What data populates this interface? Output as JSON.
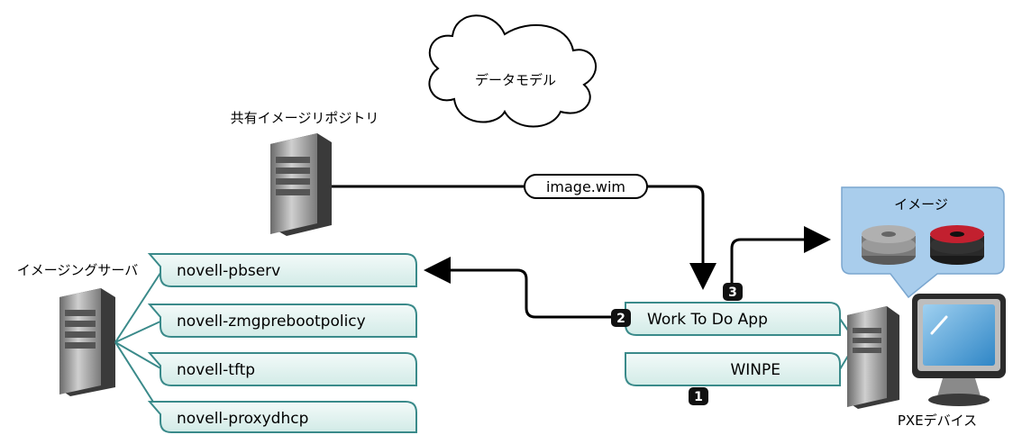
{
  "cloud": {
    "label": "データモデル"
  },
  "shared_repo": {
    "label": "共有イメージリポジトリ"
  },
  "imaging_server": {
    "label": "イメージングサーバ",
    "services": [
      "novell-pbserv",
      "novell-zmgprebootpolicy",
      "novell-tftp",
      "novell-proxydhcp"
    ]
  },
  "image_file": {
    "label": "image.wim"
  },
  "images_panel": {
    "label": "イメージ"
  },
  "pxe_device": {
    "label": "PXEデバイス",
    "apps": [
      "Work To Do App",
      "WINPE"
    ]
  },
  "steps": [
    "1",
    "2",
    "3"
  ],
  "colors": {
    "teal_border": "#3a8a8a",
    "teal_fill": "#dff0ee",
    "blue_panel": "#a9cdec",
    "disk_red": "#c2202f",
    "disk_gray": "#8a8a8a"
  }
}
